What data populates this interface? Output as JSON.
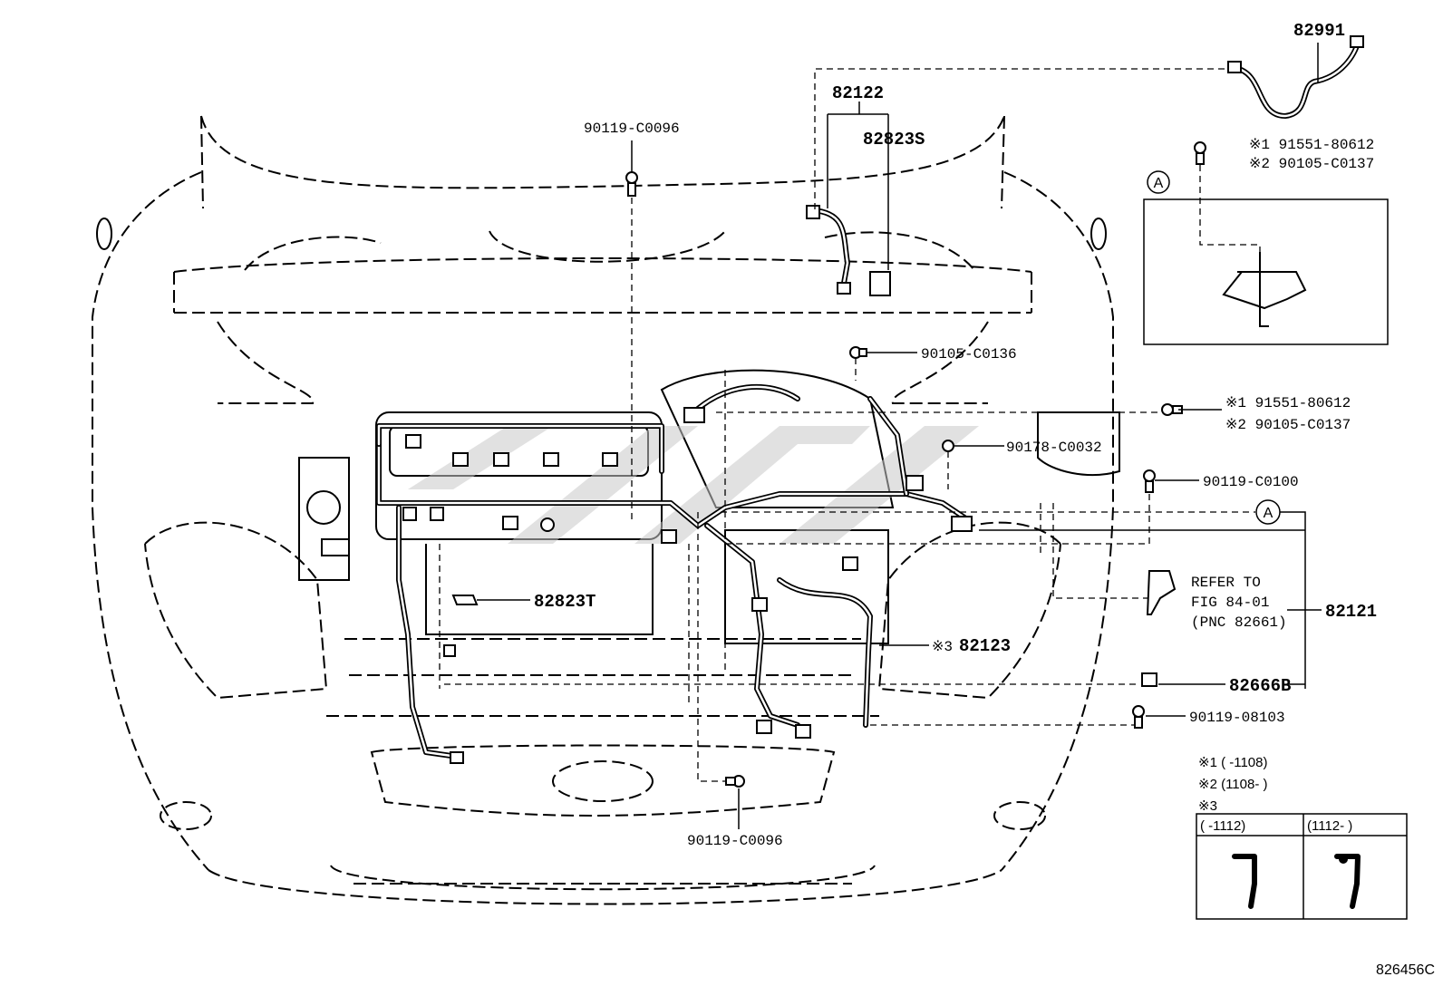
{
  "labels": {
    "p82991": "82991",
    "p82122": "82122",
    "p82823S": "82823S",
    "p90119_C0096_top": "90119-C0096",
    "p90119_C0096_bottom": "90119-C0096",
    "p90105_C0136": "90105-C0136",
    "p90178_C0032": "90178-C0032",
    "p90119_C0100": "90119-C0100",
    "p82823T": "82823T",
    "p82123": "82123",
    "p82121": "82121",
    "p82666B": "82666B",
    "p90119_08103": "90119-08103",
    "top_right_1": "※1 91551-80612",
    "top_right_2": "※2 90105-C0137",
    "mid_right_1": "※1 91551-80612",
    "mid_right_2": "※2 90105-C0137",
    "ref_82123_marker": "※3"
  },
  "refer": {
    "line1": "REFER TO",
    "line2": "FIG 84-01",
    "line3": "(PNC 82661)"
  },
  "callout": "A",
  "notes": {
    "n1": "※1 (      -1108)",
    "n2": "※2 (1108-      )",
    "n3": "※3"
  },
  "table": {
    "col1": "(      -1112)",
    "col2": "(1112-      )"
  },
  "figure_id": "826456C"
}
